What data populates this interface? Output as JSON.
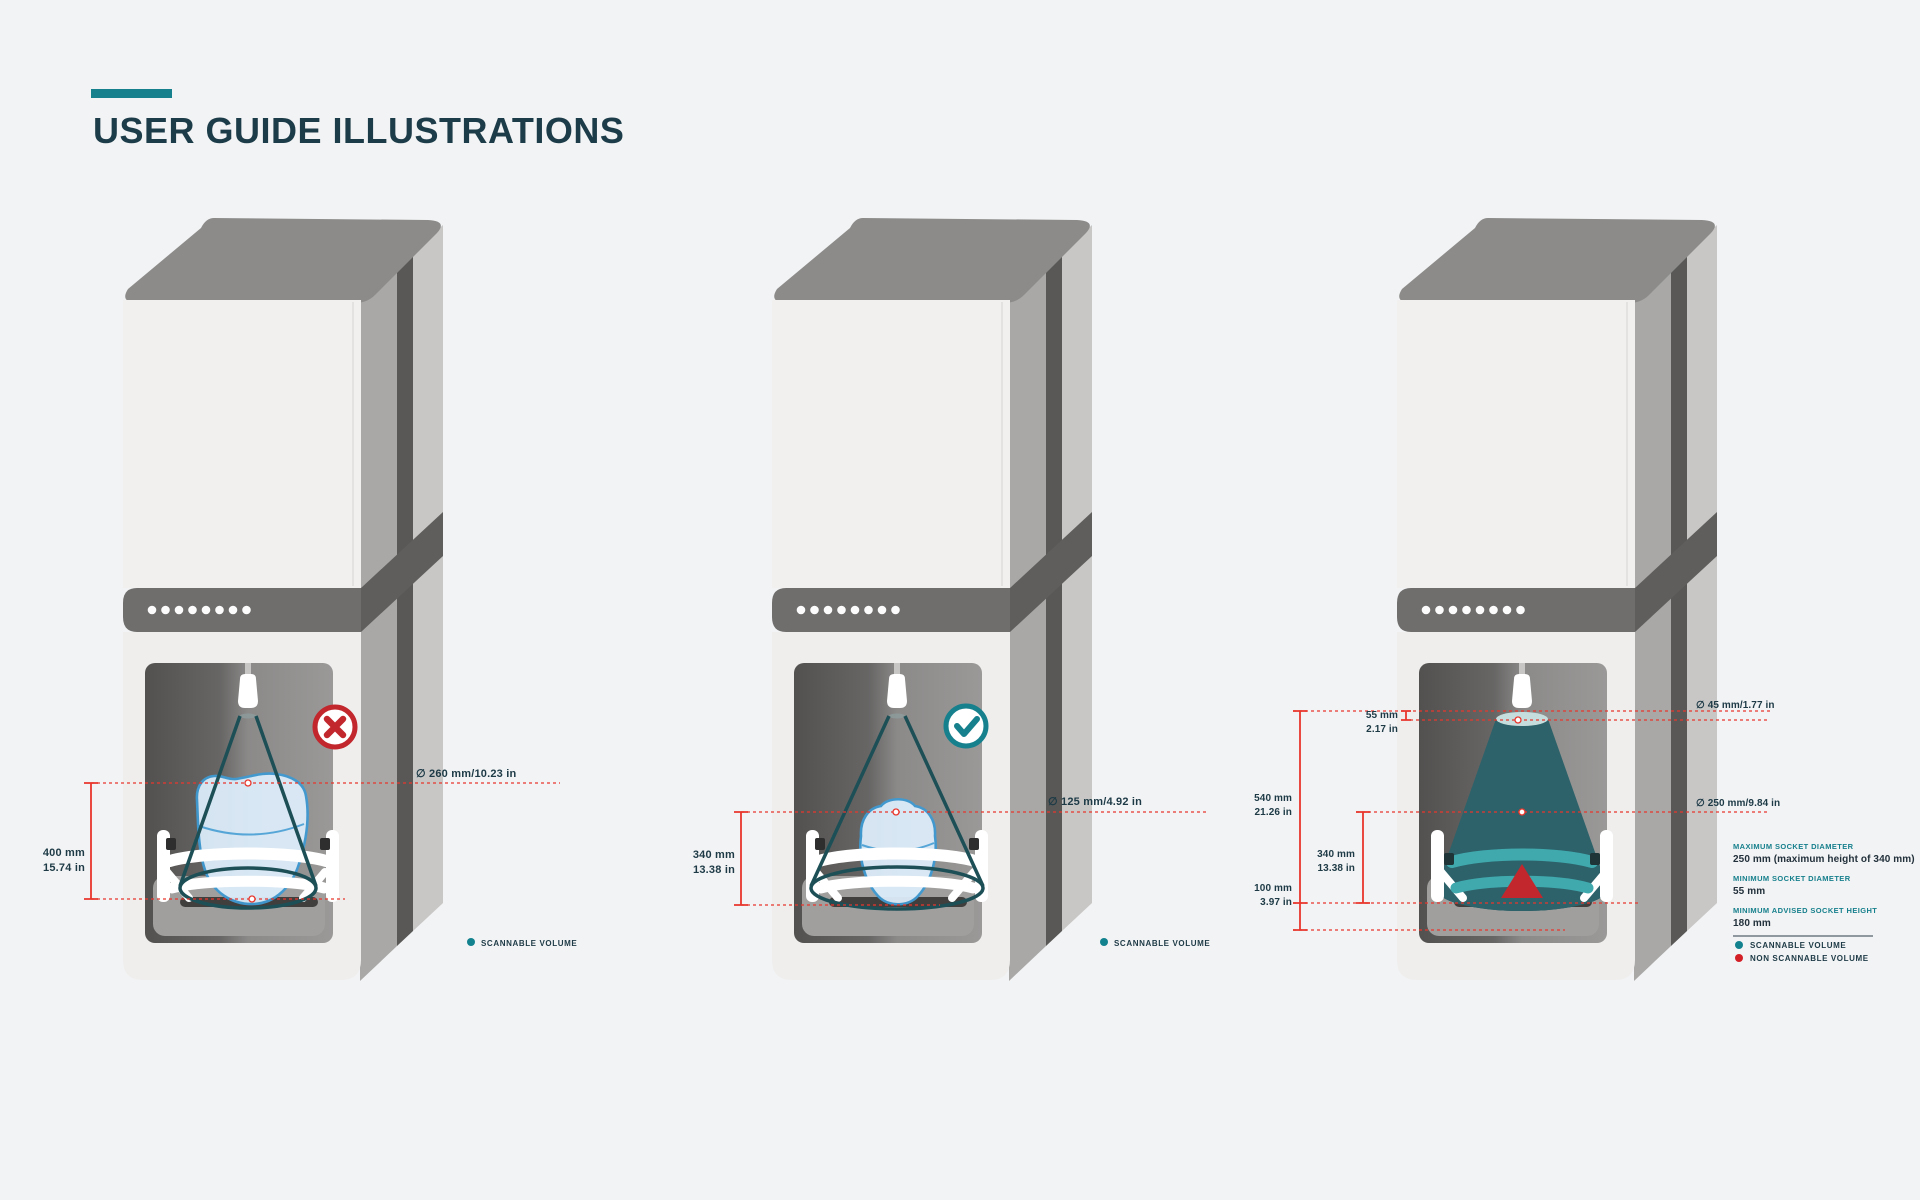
{
  "title": {
    "text": "USER GUIDE ILLUSTRATIONS"
  },
  "colors": {
    "accent_teal": "#17808d",
    "dimension_red": "#e8362c",
    "error_red": "#c1272d",
    "navy": "#1d3c49",
    "background": "#f2f3f4"
  },
  "figure1": {
    "name": "object-too-large",
    "badge": "error-cross",
    "height_mm": "400 mm",
    "height_in": "15.74 in",
    "diameter_label": "∅ 260 mm/10.23 in",
    "legend_scannable": "SCANNABLE VOLUME"
  },
  "figure2": {
    "name": "object-fits",
    "badge": "success-check",
    "height_mm": "340 mm",
    "height_in": "13.38 in",
    "diameter_label": "∅ 125 mm/4.92 in",
    "legend_scannable": "SCANNABLE VOLUME"
  },
  "figure3": {
    "name": "scan-volume-specifications",
    "top_clearance_mm": "55 mm",
    "top_clearance_in": "2.17 in",
    "nozzle_diameter_label": "∅ 45 mm/1.77 in",
    "total_height_mm": "540 mm",
    "total_height_in": "21.26 in",
    "socket_height_mm": "340 mm",
    "socket_height_in": "13.38 in",
    "base_height_mm": "100 mm",
    "base_height_in": "3.97 in",
    "volume_diameter_label": "∅ 250 mm/9.84 in",
    "spec1_label": "MAXIMUM SOCKET DIAMETER",
    "spec1_value": "250 mm (maximum height of 340 mm)",
    "spec2_label": "MINIMUM SOCKET DIAMETER",
    "spec2_value": "55 mm",
    "spec3_label": "MINIMUM ADVISED SOCKET HEIGHT",
    "spec3_value": "180 mm",
    "legend_scannable": "SCANNABLE VOLUME",
    "legend_non_scannable": "NON SCANNABLE VOLUME"
  }
}
